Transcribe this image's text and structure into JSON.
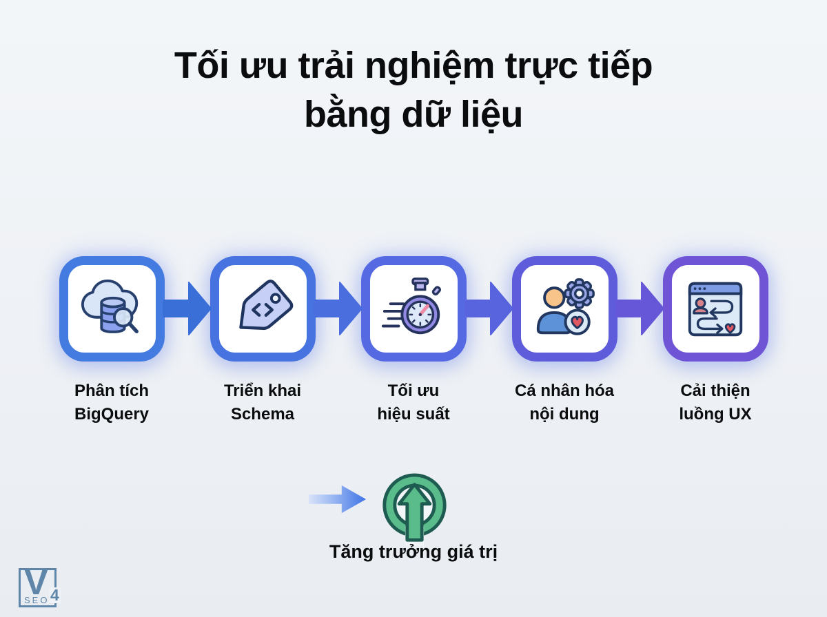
{
  "title": {
    "line1": "Tối ưu trải nghiệm trực tiếp",
    "line2": "bằng dữ liệu"
  },
  "steps": [
    {
      "icon": "cloud-database-search-icon",
      "label_line1": "Phân tích",
      "label_line2": "BigQuery",
      "border_color": "#447be0"
    },
    {
      "icon": "code-tag-icon",
      "label_line1": "Triển khai",
      "label_line2": "Schema",
      "border_color": "#4673e0"
    },
    {
      "icon": "speed-stopwatch-icon",
      "label_line1": "Tối ưu",
      "label_line2": "hiệu suất",
      "border_color": "#5569e2"
    },
    {
      "icon": "user-gear-heart-icon",
      "label_line1": "Cá nhân hóa",
      "label_line2": "nội dung",
      "border_color": "#5f5cdb"
    },
    {
      "icon": "browser-flow-heart-icon",
      "label_line1": "Cải thiện",
      "label_line2": "luồng UX",
      "border_color": "#6f54d6"
    }
  ],
  "connector_colors": [
    "#3a6fd8",
    "#4a6edd",
    "#5764de",
    "#6557d8"
  ],
  "result": {
    "arrow_icon": "right-arrow-icon",
    "icon": "growth-arrow-circle-icon",
    "label": "Tăng trưởng giá trị",
    "circle_color": "#5abb8b"
  },
  "logo": {
    "letter": "V",
    "number": "4",
    "text": "SEO",
    "color": "#5f86a9"
  },
  "colors": {
    "background": "#eef1f5",
    "title_text": "#0b0c0e",
    "label_text": "#0b0c0e",
    "icon_outline": "#22375f"
  }
}
